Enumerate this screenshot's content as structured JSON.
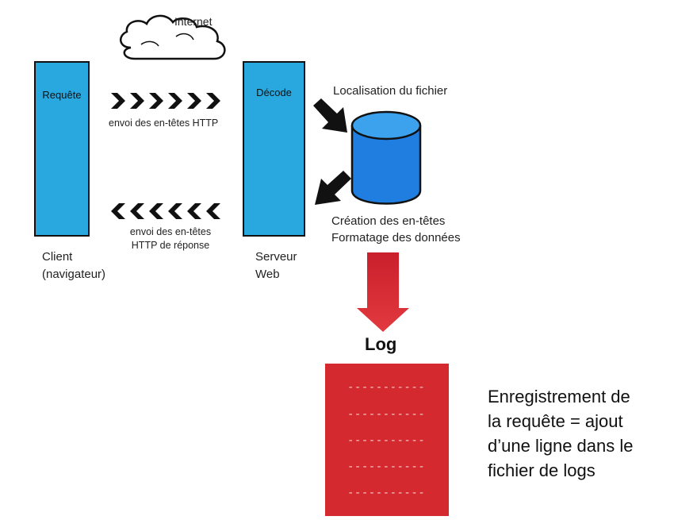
{
  "internet_label": "Internet",
  "client": {
    "bar_label": "Requête",
    "name_line1": "Client",
    "name_line2": "(navigateur)"
  },
  "server": {
    "bar_label": "Décode",
    "name_line1": "Serveur",
    "name_line2": "Web"
  },
  "request_flow": {
    "label": "envoi des en-têtes HTTP"
  },
  "response_flow": {
    "label_line1": "envoi des en-têtes",
    "label_line2": "HTTP de réponse"
  },
  "file_location_label": "Localisation du fichier",
  "creation_line1": "Création des en-têtes",
  "creation_line2": "Formatage des  données",
  "log": {
    "title": "Log",
    "lines": [
      "-----------",
      "-----------",
      "-----------",
      "-----------",
      "-----------"
    ]
  },
  "note": {
    "line1": "Enregistrement de",
    "line2": "la requête = ajout",
    "line3": "d’une ligne dans le",
    "line4": "fichier de logs"
  },
  "colors": {
    "bar_blue": "#29a8e0",
    "cylinder_blue": "#1f7ee0",
    "log_red": "#d42a2f",
    "arrow_dark": "#111111"
  }
}
